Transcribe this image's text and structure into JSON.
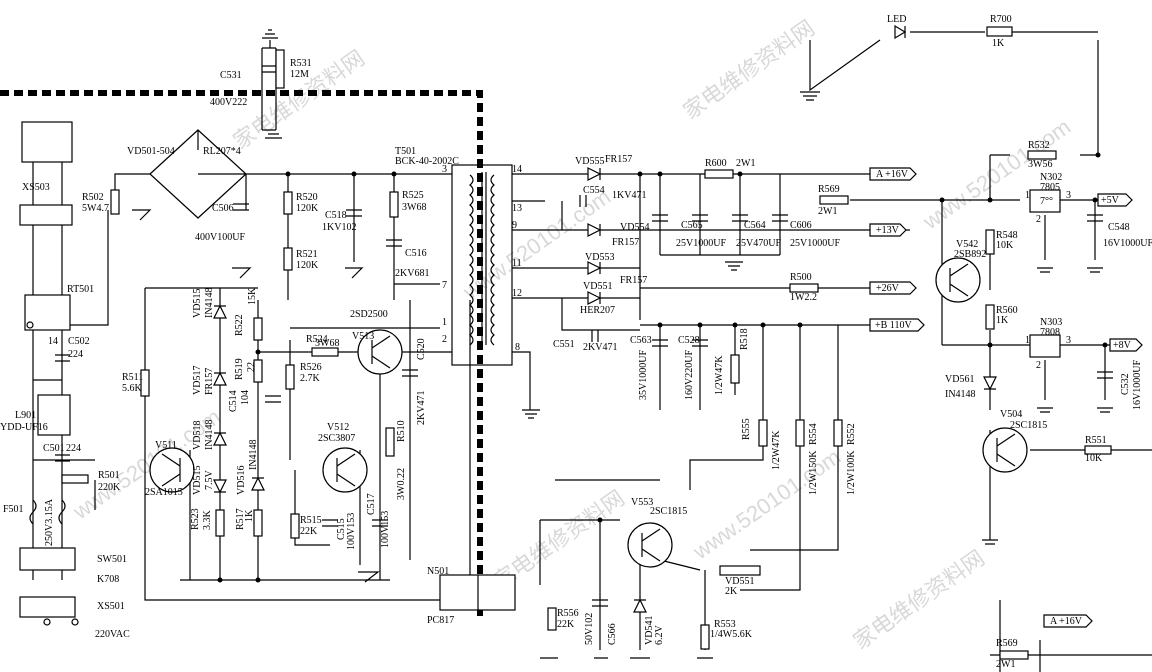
{
  "labels": {
    "led": "LED",
    "r700": "R700",
    "r700v": "1K",
    "r531": "R531",
    "r531v": "12M",
    "c531": "C531",
    "c531v": "400V222",
    "vd501": "VD501-504",
    "rl207": "RL207*4",
    "t501": "T501",
    "t501v": "BCK-40-2002C",
    "xs503": "XS503",
    "r502": "R502",
    "r502v": "5W4.7",
    "c506": "C506",
    "c506v": "400V100UF",
    "r520": "R520",
    "r520v": "120K",
    "r521": "R521",
    "r521v": "120K",
    "c518": "C518",
    "c518v": "1KV102",
    "r525": "R525",
    "r525v": "3W68",
    "c516": "C516",
    "c516v": "2KV681",
    "rt501": "RT501",
    "c502": "C502",
    "c502v": "224",
    "pin14": "14",
    "vd515": "VD515",
    "vd515v": "IN4148",
    "r522": "R522",
    "r522v": "15K",
    "r524": "R524",
    "r524v": "3W68",
    "v513": "V513",
    "v513v": "2SD2500",
    "vd517": "VD517",
    "vd517v": "FR157",
    "r519": "R519",
    "r519v": "22",
    "c514": "C514",
    "c514v": "104",
    "r526": "R526",
    "r526v": "2.7K",
    "c520": "C520",
    "c520v": "2KV471",
    "r511": "R511",
    "r511v": "5.6K",
    "vd518": "VD518",
    "vd518v": "IN4148",
    "v512": "V512",
    "v512v": "2SC3807",
    "r510": "R510",
    "r510v": "3W0.22",
    "l901": "L901",
    "l901v": "YDD-UF16",
    "c501": "C501",
    "c501v": "224",
    "v511": "V511",
    "v511v": "2SA1015",
    "vd5xx": "VD515",
    "vd5xxv": "7.5V",
    "vd516": "VD516",
    "vd516v": "IN4148",
    "r501": "R501",
    "r501v": "220K",
    "f501": "F501",
    "f501v": "250V3.15A",
    "r523": "R523",
    "r523v": "3.3K",
    "r517": "R517",
    "r517v": "1K",
    "r515": "R515",
    "r515v": "22K",
    "c515": "C515",
    "c515v": "100V153",
    "c517": "C517",
    "c517v": "100V153",
    "sw501": "SW501",
    "k708": "K708",
    "xs501": "XS501",
    "ac": "220VAC",
    "n501": "N501",
    "pc817": "PC817",
    "r556": "R556",
    "r556v": "22K",
    "c566": "C566",
    "c566v": "50V102",
    "vd541": "VD541",
    "vd541v": "6.2V",
    "v553": "V553",
    "v553v": "2SC1815",
    "vd551b": "VD551",
    "vd551bv": "2K",
    "r553": "R553",
    "r553v": "1/4W5.6K",
    "r555": "R555",
    "r555v": "1/2W47K",
    "r554": "R554",
    "r554v": "1/2W150K",
    "r552": "R552",
    "r552v": "1/2W100K",
    "vd555": "VD555",
    "vd555v": "FR157",
    "r600": "R600",
    "r600v": "2W1",
    "c554": "C554",
    "c554v": "1KV471",
    "vd554": "VD554",
    "vd554v": "FR157",
    "c565": "C565",
    "c565v": "25V1000UF",
    "c564": "C564",
    "c564v": "25V470UF",
    "c606": "C606",
    "c606v": "25V1000UF",
    "r569": "R569",
    "r569v": "2W1",
    "vd553": "VD553",
    "vd553v": "FR157",
    "r500": "R500",
    "r500v": "1W2.2",
    "vd551": "VD551",
    "vd551v": "HER207",
    "c551": "C551",
    "c551v": "2KV471",
    "c563": "C563",
    "c563v": "35V1000UF",
    "c528": "C528",
    "c528v": "160V220UF",
    "r518": "R518",
    "r518v": "1/2W47K",
    "r532": "R532",
    "r532v": "3W56",
    "n302": "N302",
    "n302v": "7805",
    "c548": "C548",
    "c548v": "16V1000UF",
    "v542": "V542",
    "v542v": "2SB892",
    "r548": "R548",
    "r548v": "10K",
    "r560": "R560",
    "r560v": "1K",
    "n303": "N303",
    "n303v": "7808",
    "c532": "C532",
    "c532v": "16V1000UF",
    "vd561": "VD561",
    "vd561v": "IN4148",
    "v504": "V504",
    "v504v": "2SC1815",
    "r551": "R551",
    "r551v": "10K",
    "r569b": "R569",
    "r569bv": "2W1",
    "p3": "3",
    "p14": "14",
    "p13": "13",
    "p9": "9",
    "p11": "11",
    "p12": "12",
    "p7": "7",
    "p1": "1",
    "p2": "2",
    "p8": "8",
    "reg1": "1",
    "reg3": "3",
    "reg2": "2",
    "reg1b": "1",
    "reg3b": "3",
    "reg2b": "2",
    "ic": "7°°"
  },
  "rails": {
    "plus16": "A +16V",
    "plus13": "+13V",
    "plus26": "+26V",
    "plus110": "+B 110V",
    "plus5": "+5V",
    "plus8": "+8V",
    "plus16b": "A +16V"
  },
  "watermark": {
    "text1": "家电维修资料网",
    "text2": "www.520101.com"
  }
}
